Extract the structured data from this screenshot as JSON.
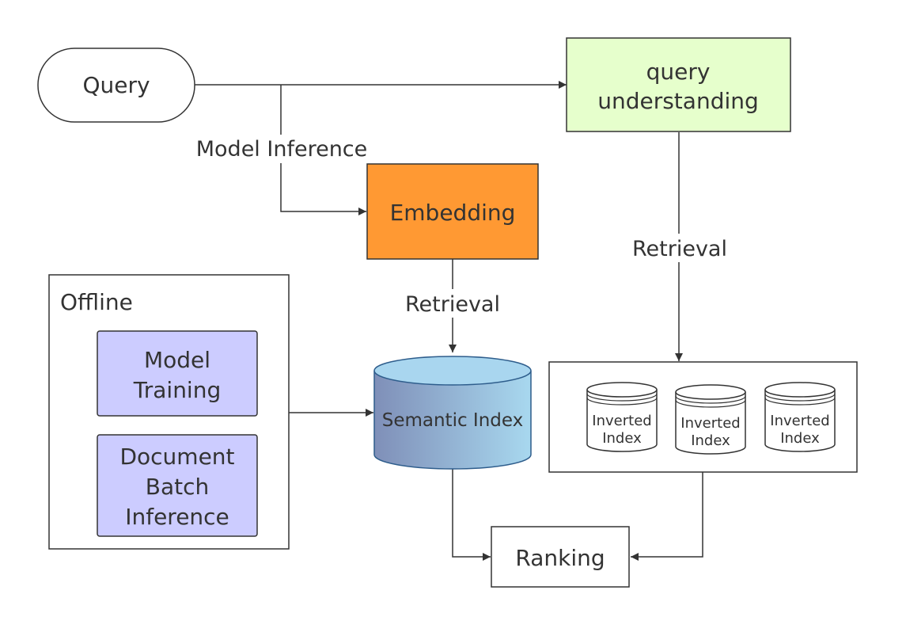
{
  "nodes": {
    "query": {
      "label": "Query"
    },
    "query_understanding": {
      "lines": [
        "query",
        "understanding"
      ]
    },
    "embedding": {
      "label": "Embedding"
    },
    "offline": {
      "label": "Offline"
    },
    "model_training": {
      "lines": [
        "Model",
        "Training"
      ]
    },
    "document_batch_inference": {
      "lines": [
        "Document",
        "Batch",
        "Inference"
      ]
    },
    "semantic_index": {
      "label": "Semantic Index"
    },
    "inverted_index": [
      {
        "lines": [
          "Inverted",
          "Index"
        ]
      },
      {
        "lines": [
          "Inverted",
          "Index"
        ]
      },
      {
        "lines": [
          "Inverted",
          "Index"
        ]
      }
    ],
    "ranking": {
      "label": "Ranking"
    }
  },
  "edge_labels": {
    "model_inference": "Model Inference",
    "retrieval_semantic": "Retrieval",
    "retrieval_inverted": "Retrieval"
  },
  "colors": {
    "query_understanding_fill": "#e6ffcc",
    "embedding_fill": "#ff9933",
    "offline_item_fill": "#ccccff",
    "semantic_index_gradient": [
      "#7f8fb8",
      "#a8d8ef"
    ],
    "semantic_index_top": "#a9d6ef",
    "stroke": "#333333",
    "edge_stroke": "#333333"
  }
}
